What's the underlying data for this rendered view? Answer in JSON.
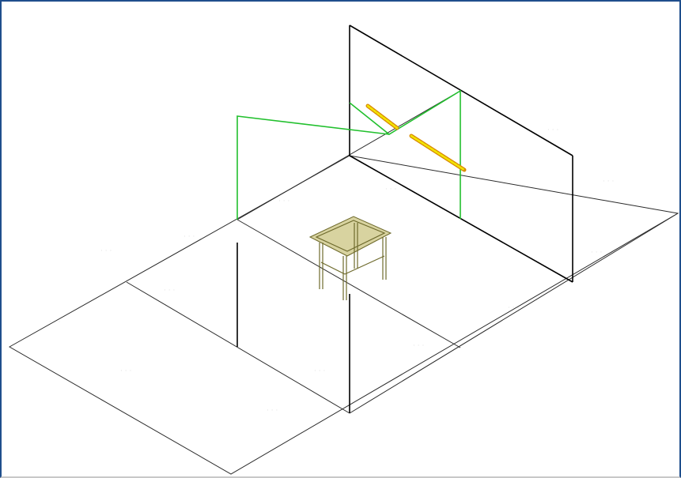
{
  "viewport": {
    "kind": "3D wireframe isometric view",
    "background": "#ffffff",
    "frame_border_color": "#1f4e8c"
  },
  "colors": {
    "floor_grid": "#2a2a2a",
    "walls": "#000000",
    "green_path": "#22c02e",
    "yellow_object": "#f2c200",
    "yellow_object_outline": "#d98a00",
    "table": "#6e6a2c",
    "ghost_text": "#e3e3e3"
  },
  "objects": {
    "floor": "floor-grid",
    "back_wall": "back-wall",
    "green_path": "green-wireframe-path",
    "yellow_object": "yellow-linear-object",
    "table": "table-wireframe",
    "front_wall": "front-wall-edge"
  }
}
